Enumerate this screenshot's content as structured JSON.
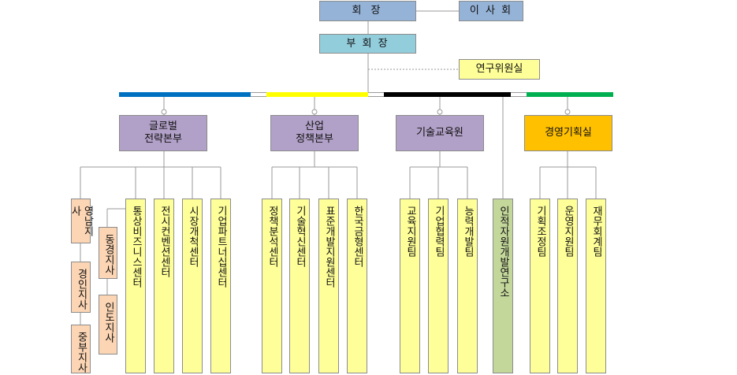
{
  "top": {
    "chairman": "회 장",
    "board": "이 사 회",
    "vice_chairman": "부 회 장",
    "research": "연구위원실"
  },
  "divisions": {
    "global": [
      "글로벌",
      "전략본부"
    ],
    "industry": [
      "산업",
      "정책본부"
    ],
    "tech_edu": "기술교육원",
    "mgmt": "경영기획실"
  },
  "global_units": {
    "branches": [
      "영남지사",
      "경인지사",
      "중부지사"
    ],
    "sub_branches": [
      "동경지사",
      "인도지사"
    ],
    "centers": [
      "통상비즈니스센터",
      "전시컨벤션센터",
      "시장개척센터",
      "기업파트너십센터"
    ]
  },
  "industry_units": [
    "정책분석센터",
    "기술혁신센터",
    "표준개발지원센터",
    "한국금형센터"
  ],
  "edu_units": [
    "교육지원팀",
    "기업협력팀",
    "능력개발팀"
  ],
  "hr_institute": "인적자원개발연구소",
  "mgmt_units": [
    "기획조정팀",
    "운영지원팀",
    "재무회계팀"
  ],
  "colors": {
    "bar_blue": "#0070c0",
    "bar_yellow": "#ffff00",
    "bar_black": "#000000",
    "bar_green": "#00b050"
  }
}
